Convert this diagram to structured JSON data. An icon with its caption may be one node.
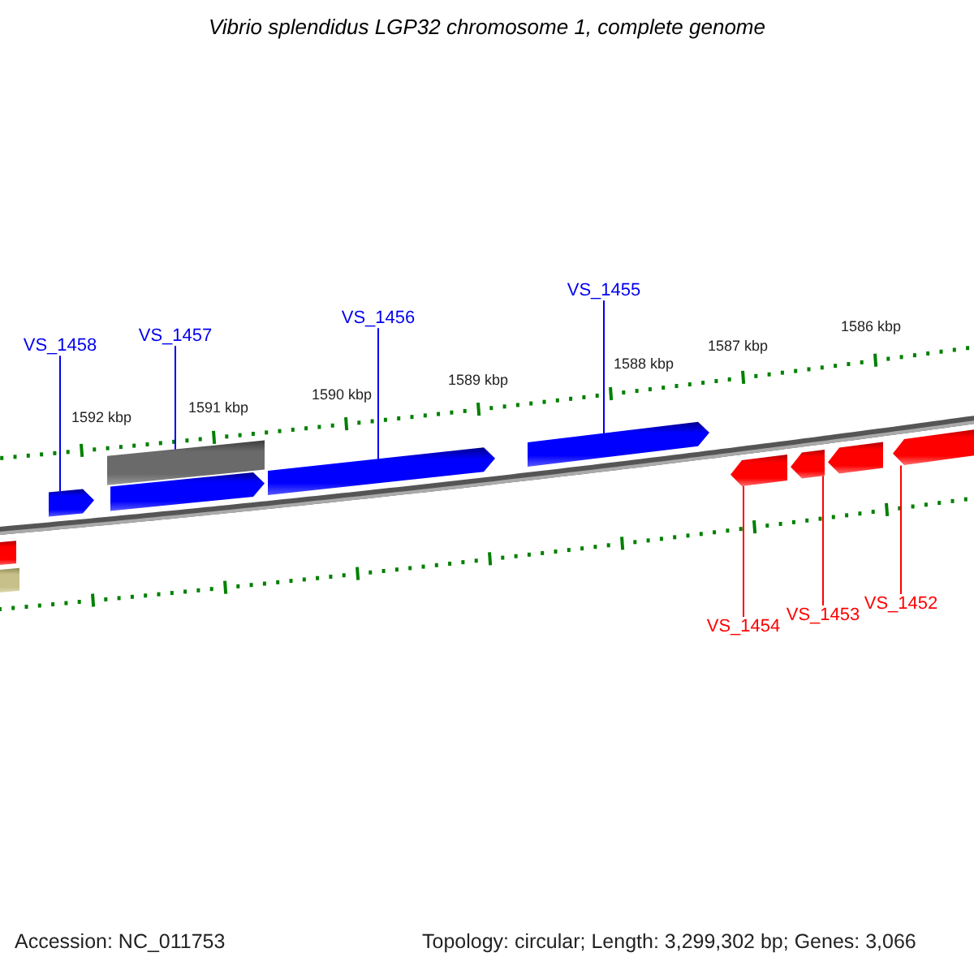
{
  "diagram": {
    "title": "Vibrio splendidus LGP32 chromosome 1, complete genome",
    "nodes": [
      {
        "text": [
          "VS_1458"
        ]
      },
      {
        "text": [
          "VS_1457"
        ]
      },
      {
        "text": [
          "VS_1456"
        ]
      },
      {
        "text": [
          "VS_1455"
        ]
      },
      {
        "text": [
          "VS_1454"
        ]
      },
      {
        "text": [
          "VS_1453"
        ]
      },
      {
        "text": [
          "VS_1452"
        ]
      },
      {
        "text": [],
        "shape": "bar"
      },
      {
        "text": [],
        "shape": "bar"
      },
      {
        "text": [],
        "shape": "bar"
      },
      {
        "text": [],
        "shape": "bar"
      },
      {
        "text": [],
        "shape": "bar"
      },
      {
        "text": [],
        "shape": "bar"
      },
      {
        "text": [],
        "shape": "bar"
      },
      {
        "text": [],
        "shape": "bar"
      },
      {
        "text": [],
        "shape": "bar"
      },
      {
        "text": [],
        "shape": "bar"
      },
      {
        "text": [],
        "shape": "bar"
      }
    ],
    "edges": [
      {
        "from": 0,
        "to": 7,
        "arrow": "none",
        "color": "#0000ee"
      },
      {
        "from": 1,
        "to": 8,
        "arrow": "none",
        "color": "#0000ee"
      },
      {
        "from": 2,
        "to": 10,
        "arrow": "none",
        "color": "#0000ee"
      },
      {
        "from": 3,
        "to": 11,
        "arrow": "none",
        "color": "#0000ee"
      },
      {
        "from": 4,
        "to": 12,
        "arrow": "none",
        "color": "#ff0000"
      },
      {
        "from": 5,
        "to": 13,
        "arrow": "none",
        "color": "#ff0000"
      },
      {
        "from": 6,
        "to": 14,
        "arrow": "none",
        "color": "#ff0000"
      }
    ],
    "labels": [
      "1586 kbp",
      "1587 kbp",
      "1588 kbp",
      "1589 kbp",
      "1590 kbp",
      "1591 kbp",
      "1592 kbp",
      "Accession: NC_011753",
      "Topology: circular; Length: 3,299,302 bp; Genes: 3,066"
    ]
  }
}
